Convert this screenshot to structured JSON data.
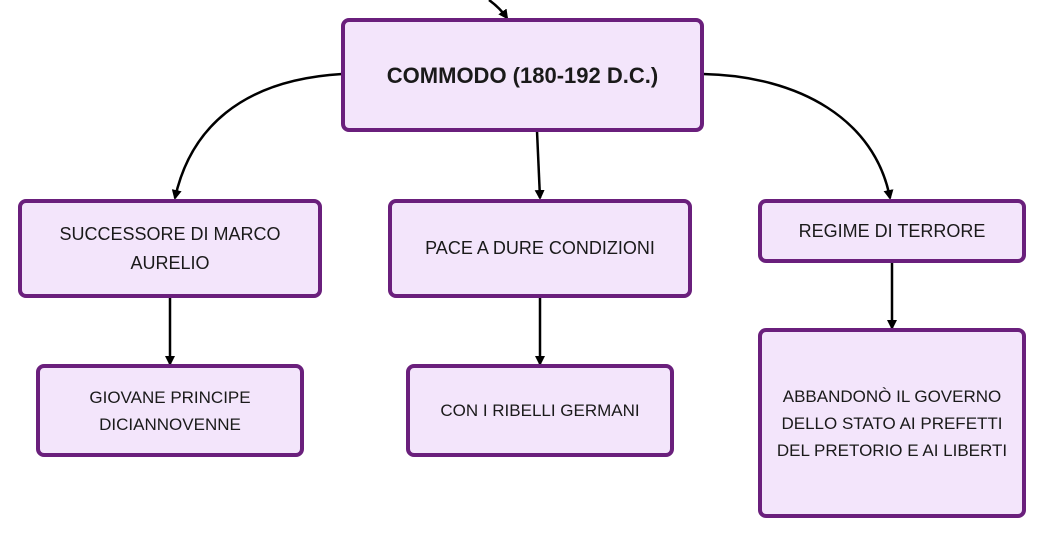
{
  "colors": {
    "node_fill": "#f3e5fb",
    "node_border": "#6a1f7c",
    "connector": "#000000",
    "text": "#1a1a1a"
  },
  "nodes": {
    "root": "COMMODO (180-192 D.C.)",
    "successor": "SUCCESSORE DI MARCO AURELIO",
    "young_prince": "GIOVANE PRINCIPE DICIANNOVENNE",
    "peace": "PACE A DURE CONDIZIONI",
    "rebels": "CON I RIBELLI GERMANI",
    "terror": "REGIME DI TERRORE",
    "abandoned": "ABBANDONÒ IL GOVERNO DELLO STATO AI PREFETTI DEL PRETORIO E AI LIBERTI"
  }
}
